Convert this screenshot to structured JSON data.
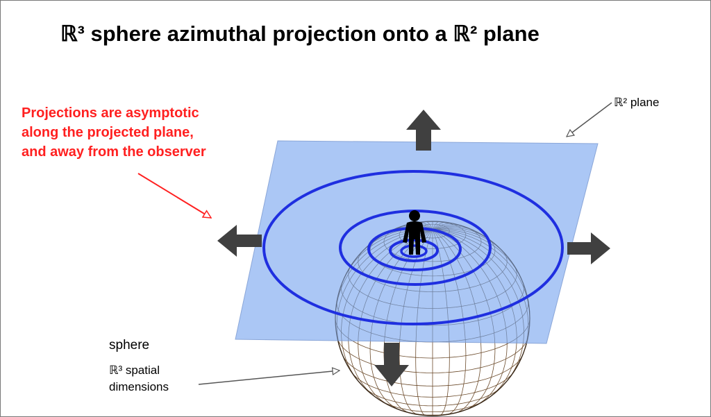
{
  "title": "ℝ³ sphere azimuthal projection onto a ℝ² plane",
  "note": {
    "line1": "Projections are asymptotic",
    "line2": "along the projected plane,",
    "line3": "and away from the observer",
    "color": "#ff2020"
  },
  "plane_label": "ℝ² plane",
  "sphere_label": "sphere",
  "sphere_dims": {
    "line1": "ℝ³ spatial",
    "line2": "dimensions"
  },
  "colors": {
    "plane_fill": "#a4c2f4",
    "ring": "#1f2fe0",
    "arrow": "#404040",
    "grid": "#6b4a2a"
  },
  "icons": [
    "person-silhouette-icon",
    "arrow-up-icon",
    "arrow-down-icon",
    "arrow-left-icon",
    "arrow-right-icon"
  ]
}
